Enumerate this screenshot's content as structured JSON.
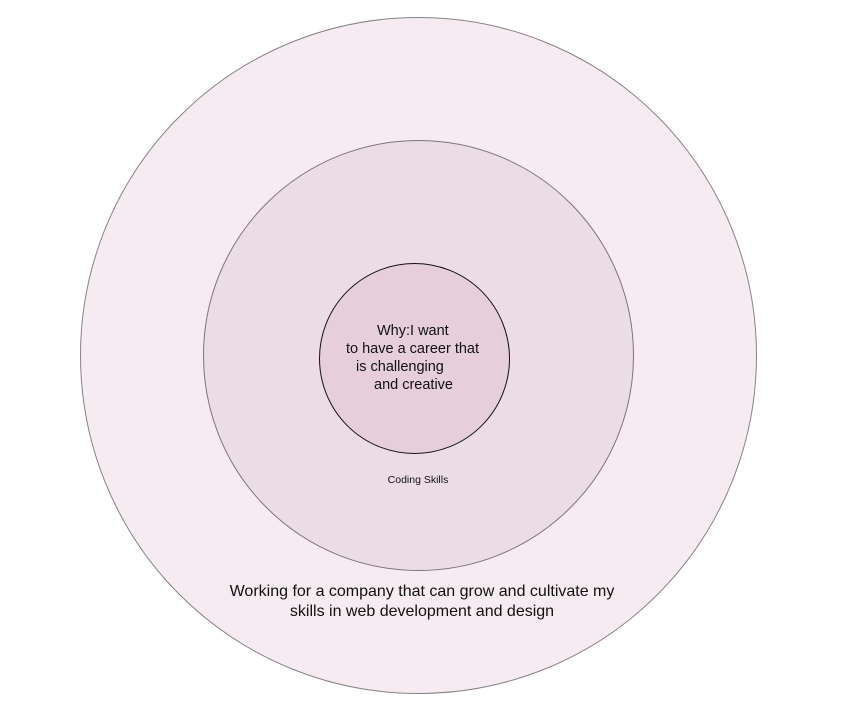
{
  "diagram": {
    "colors": {
      "outer_fill": "#f5ebf0",
      "middle_fill": "#ecdde5",
      "inner_fill": "#e6cfdb"
    },
    "outer_ring": {
      "label_lines": [
        "Working for a company that can grow and cultivate my",
        "skills in web development and design"
      ]
    },
    "middle_ring": {
      "label": "Coding Skills"
    },
    "inner_circle": {
      "label_lines": [
        "Why:I want",
        "to have a career that",
        "is challenging",
        "and creative"
      ]
    }
  }
}
